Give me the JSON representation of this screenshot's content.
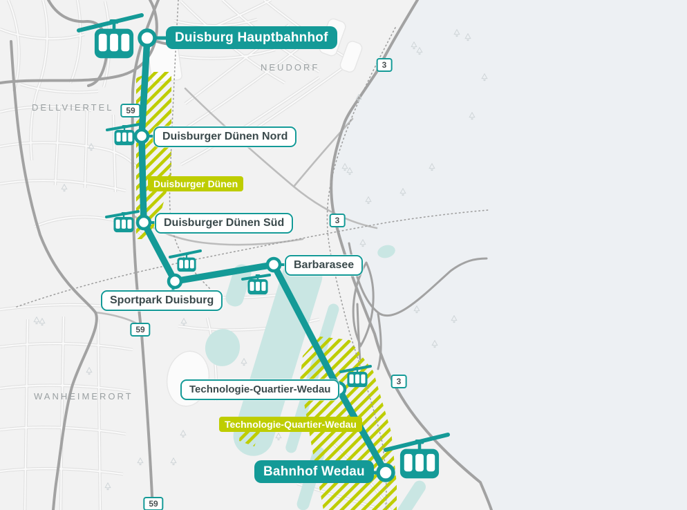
{
  "map": {
    "kind": "cable-car-route-map",
    "city_area": "Duisburg"
  },
  "colors": {
    "route_teal": "#149a97",
    "zone_lime": "#becd00",
    "water": "#c9e6e3",
    "major_road_gray": "#a2a2a2",
    "background": "#f2f2f2",
    "east_background": "#edf0f3",
    "station_text": "#3b4a4c",
    "district_text": "#9aa0a2",
    "badge_text": "#4a5052"
  },
  "stations": [
    {
      "id": "duisburg-hauptbahnhof",
      "name": "Duisburg Hauptbahnhof",
      "type": "terminus"
    },
    {
      "id": "duisburger-duenen-nord",
      "name": "Duisburger Dünen Nord",
      "type": "stop"
    },
    {
      "id": "duisburger-duenen-sued",
      "name": "Duisburger Dünen Süd",
      "type": "stop"
    },
    {
      "id": "sportpark-duisburg",
      "name": "Sportpark Duisburg",
      "type": "stop"
    },
    {
      "id": "barbarasee",
      "name": "Barbarasee",
      "type": "stop"
    },
    {
      "id": "technologie-quartier-wedau",
      "name": "Technologie-Quartier-Wedau",
      "type": "stop"
    },
    {
      "id": "bahnhof-wedau",
      "name": "Bahnhof Wedau",
      "type": "terminus"
    }
  ],
  "zones": [
    {
      "id": "duisburger-duenen",
      "label": "Duisburger Dünen"
    },
    {
      "id": "technologie-quartier-wedau",
      "label": "Technologie-Quartier-Wedau"
    }
  ],
  "districts": [
    {
      "name": "DELLVIERTEL"
    },
    {
      "name": "NEUDORF"
    },
    {
      "name": "WANHEIMERORT"
    }
  ],
  "road_badges": [
    {
      "text": "59"
    },
    {
      "text": "59"
    },
    {
      "text": "59"
    },
    {
      "text": "3"
    },
    {
      "text": "3"
    },
    {
      "text": "3"
    }
  ],
  "icons": {
    "gondola_icon": "teal cable-car cabin with three windows hanging from cable",
    "tree_icon": "small outlined pine tree",
    "station_marker": "white circle with teal ring"
  }
}
